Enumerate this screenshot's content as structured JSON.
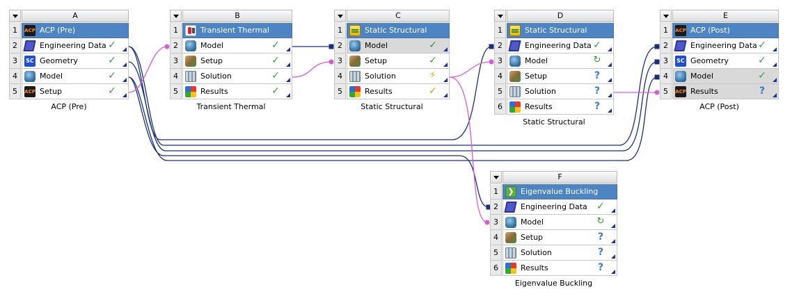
{
  "systems": [
    {
      "letter": "A",
      "caption": "ACP (Pre)",
      "cells": [
        {
          "num": "1",
          "label": "ACP (Pre)",
          "icon": "acp-icon",
          "status": ""
        },
        {
          "num": "2",
          "label": "Engineering Data",
          "icon": "engineering-data-icon",
          "status": "up-to-date"
        },
        {
          "num": "3",
          "label": "Geometry",
          "icon": "geometry-icon",
          "status": "up-to-date"
        },
        {
          "num": "4",
          "label": "Model",
          "icon": "model-icon",
          "status": "up-to-date"
        },
        {
          "num": "5",
          "label": "Setup",
          "icon": "acp-icon",
          "status": "up-to-date"
        }
      ]
    },
    {
      "letter": "B",
      "caption": "Transient Thermal",
      "cells": [
        {
          "num": "1",
          "label": "Transient Thermal",
          "icon": "transient-thermal-icon",
          "status": ""
        },
        {
          "num": "2",
          "label": "Model",
          "icon": "model-icon",
          "status": "up-to-date"
        },
        {
          "num": "3",
          "label": "Setup",
          "icon": "setup-icon",
          "status": "up-to-date"
        },
        {
          "num": "4",
          "label": "Solution",
          "icon": "solution-icon",
          "status": "up-to-date"
        },
        {
          "num": "5",
          "label": "Results",
          "icon": "results-icon",
          "status": "up-to-date"
        }
      ]
    },
    {
      "letter": "C",
      "caption": "Static Structural",
      "cells": [
        {
          "num": "1",
          "label": "Static Structural",
          "icon": "static-structural-icon",
          "status": ""
        },
        {
          "num": "2",
          "label": "Model",
          "icon": "model-icon",
          "status": "up-to-date"
        },
        {
          "num": "3",
          "label": "Setup",
          "icon": "setup-icon",
          "status": "up-to-date"
        },
        {
          "num": "4",
          "label": "Solution",
          "icon": "solution-icon",
          "status": "update-required"
        },
        {
          "num": "5",
          "label": "Results",
          "icon": "results-icon",
          "status": "update-pending"
        }
      ]
    },
    {
      "letter": "D",
      "caption": "Static Structural",
      "cells": [
        {
          "num": "1",
          "label": "Static Structural",
          "icon": "static-structural-icon",
          "status": ""
        },
        {
          "num": "2",
          "label": "Engineering Data",
          "icon": "engineering-data-icon",
          "status": "up-to-date"
        },
        {
          "num": "3",
          "label": "Model",
          "icon": "model-icon",
          "status": "refresh-required"
        },
        {
          "num": "4",
          "label": "Setup",
          "icon": "setup-icon",
          "status": "attention-required"
        },
        {
          "num": "5",
          "label": "Solution",
          "icon": "solution-icon",
          "status": "attention-required"
        },
        {
          "num": "6",
          "label": "Results",
          "icon": "results-icon",
          "status": "attention-required"
        }
      ]
    },
    {
      "letter": "E",
      "caption": "ACP (Post)",
      "cells": [
        {
          "num": "1",
          "label": "ACP (Post)",
          "icon": "acp-icon",
          "status": ""
        },
        {
          "num": "2",
          "label": "Engineering Data",
          "icon": "engineering-data-icon",
          "status": "up-to-date"
        },
        {
          "num": "3",
          "label": "Geometry",
          "icon": "geometry-icon",
          "status": "up-to-date"
        },
        {
          "num": "4",
          "label": "Model",
          "icon": "model-icon",
          "status": "up-to-date"
        },
        {
          "num": "5",
          "label": "Results",
          "icon": "acp-icon",
          "status": "attention-required"
        }
      ]
    },
    {
      "letter": "F",
      "caption": "Eigenvalue Buckling",
      "cells": [
        {
          "num": "1",
          "label": "Eigenvalue Buckling",
          "icon": "eigenvalue-buckling-icon",
          "status": ""
        },
        {
          "num": "2",
          "label": "Engineering Data",
          "icon": "engineering-data-icon",
          "status": "up-to-date"
        },
        {
          "num": "3",
          "label": "Model",
          "icon": "model-icon",
          "status": "refresh-required"
        },
        {
          "num": "4",
          "label": "Setup",
          "icon": "setup-icon",
          "status": "attention-required"
        },
        {
          "num": "5",
          "label": "Solution",
          "icon": "solution-icon",
          "status": "attention-required"
        },
        {
          "num": "6",
          "label": "Results",
          "icon": "results-icon",
          "status": "attention-required"
        }
      ]
    }
  ],
  "icon_texts": {
    "acp": "ACP",
    "sc": "SC",
    "eigen": "❯"
  },
  "status_glyphs": {
    "up-to-date": "✓",
    "refresh-required": "↻",
    "attention-required": "?",
    "update-required": "⚡",
    "update-pending": "✓"
  },
  "colors": {
    "title_bar": "#4d84c4",
    "share_link": "#1a2f7a",
    "transfer_link": "#d65cd6",
    "status_ok": "#3a9a3a",
    "status_attention": "#3d7ec9",
    "status_warning": "#e8a400"
  }
}
